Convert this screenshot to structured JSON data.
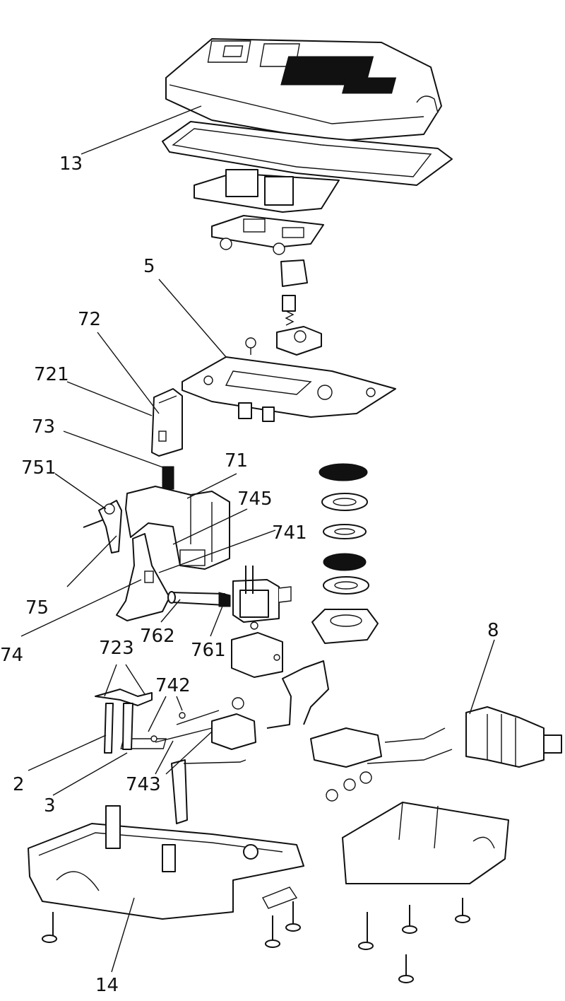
{
  "callouts": [
    {
      "id": "c13",
      "label": "13"
    },
    {
      "id": "c5",
      "label": "5"
    },
    {
      "id": "c72",
      "label": "72"
    },
    {
      "id": "c721",
      "label": "721"
    },
    {
      "id": "c73",
      "label": "73"
    },
    {
      "id": "c71",
      "label": "71"
    },
    {
      "id": "c751",
      "label": "751"
    },
    {
      "id": "c745",
      "label": "745"
    },
    {
      "id": "c741",
      "label": "741"
    },
    {
      "id": "c75",
      "label": "75"
    },
    {
      "id": "c74",
      "label": "74"
    },
    {
      "id": "c762",
      "label": "762"
    },
    {
      "id": "c761",
      "label": "761"
    },
    {
      "id": "c8",
      "label": "8"
    },
    {
      "id": "c723",
      "label": "723"
    },
    {
      "id": "c742",
      "label": "742"
    },
    {
      "id": "c2",
      "label": "2"
    },
    {
      "id": "c3",
      "label": "3"
    },
    {
      "id": "c743",
      "label": "743"
    },
    {
      "id": "c14",
      "label": "14"
    }
  ]
}
